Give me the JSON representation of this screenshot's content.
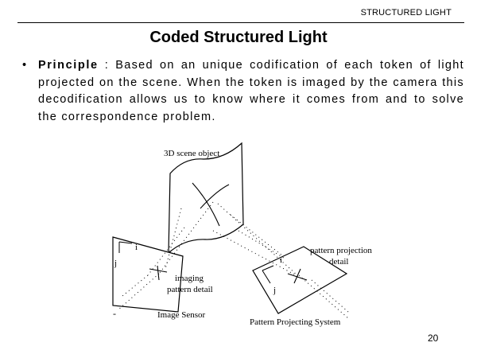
{
  "header": {
    "section_label": "STRUCTURED LIGHT"
  },
  "slide": {
    "title": "Coded Structured Light",
    "bullet": {
      "term": "Principle",
      "text": " : Based on an unique codification of each token of light projected on the scene. When the token is imaged by the camera  this decodification allows us to know where it comes from and to solve the correspondence problem."
    }
  },
  "diagram": {
    "scene_label": "3D scene object",
    "sensor_i": "i",
    "sensor_j": "j",
    "imaging_detail_line1": "imaging",
    "imaging_detail_line2": "pattern detail",
    "sensor_label": "Image Sensor",
    "projection_detail_line1": "pattern projection",
    "projection_detail_line2": "detail",
    "projector_i": "i",
    "projector_j": "j",
    "projector_label": "Pattern Projecting System"
  },
  "footer": {
    "page_number": "20"
  }
}
